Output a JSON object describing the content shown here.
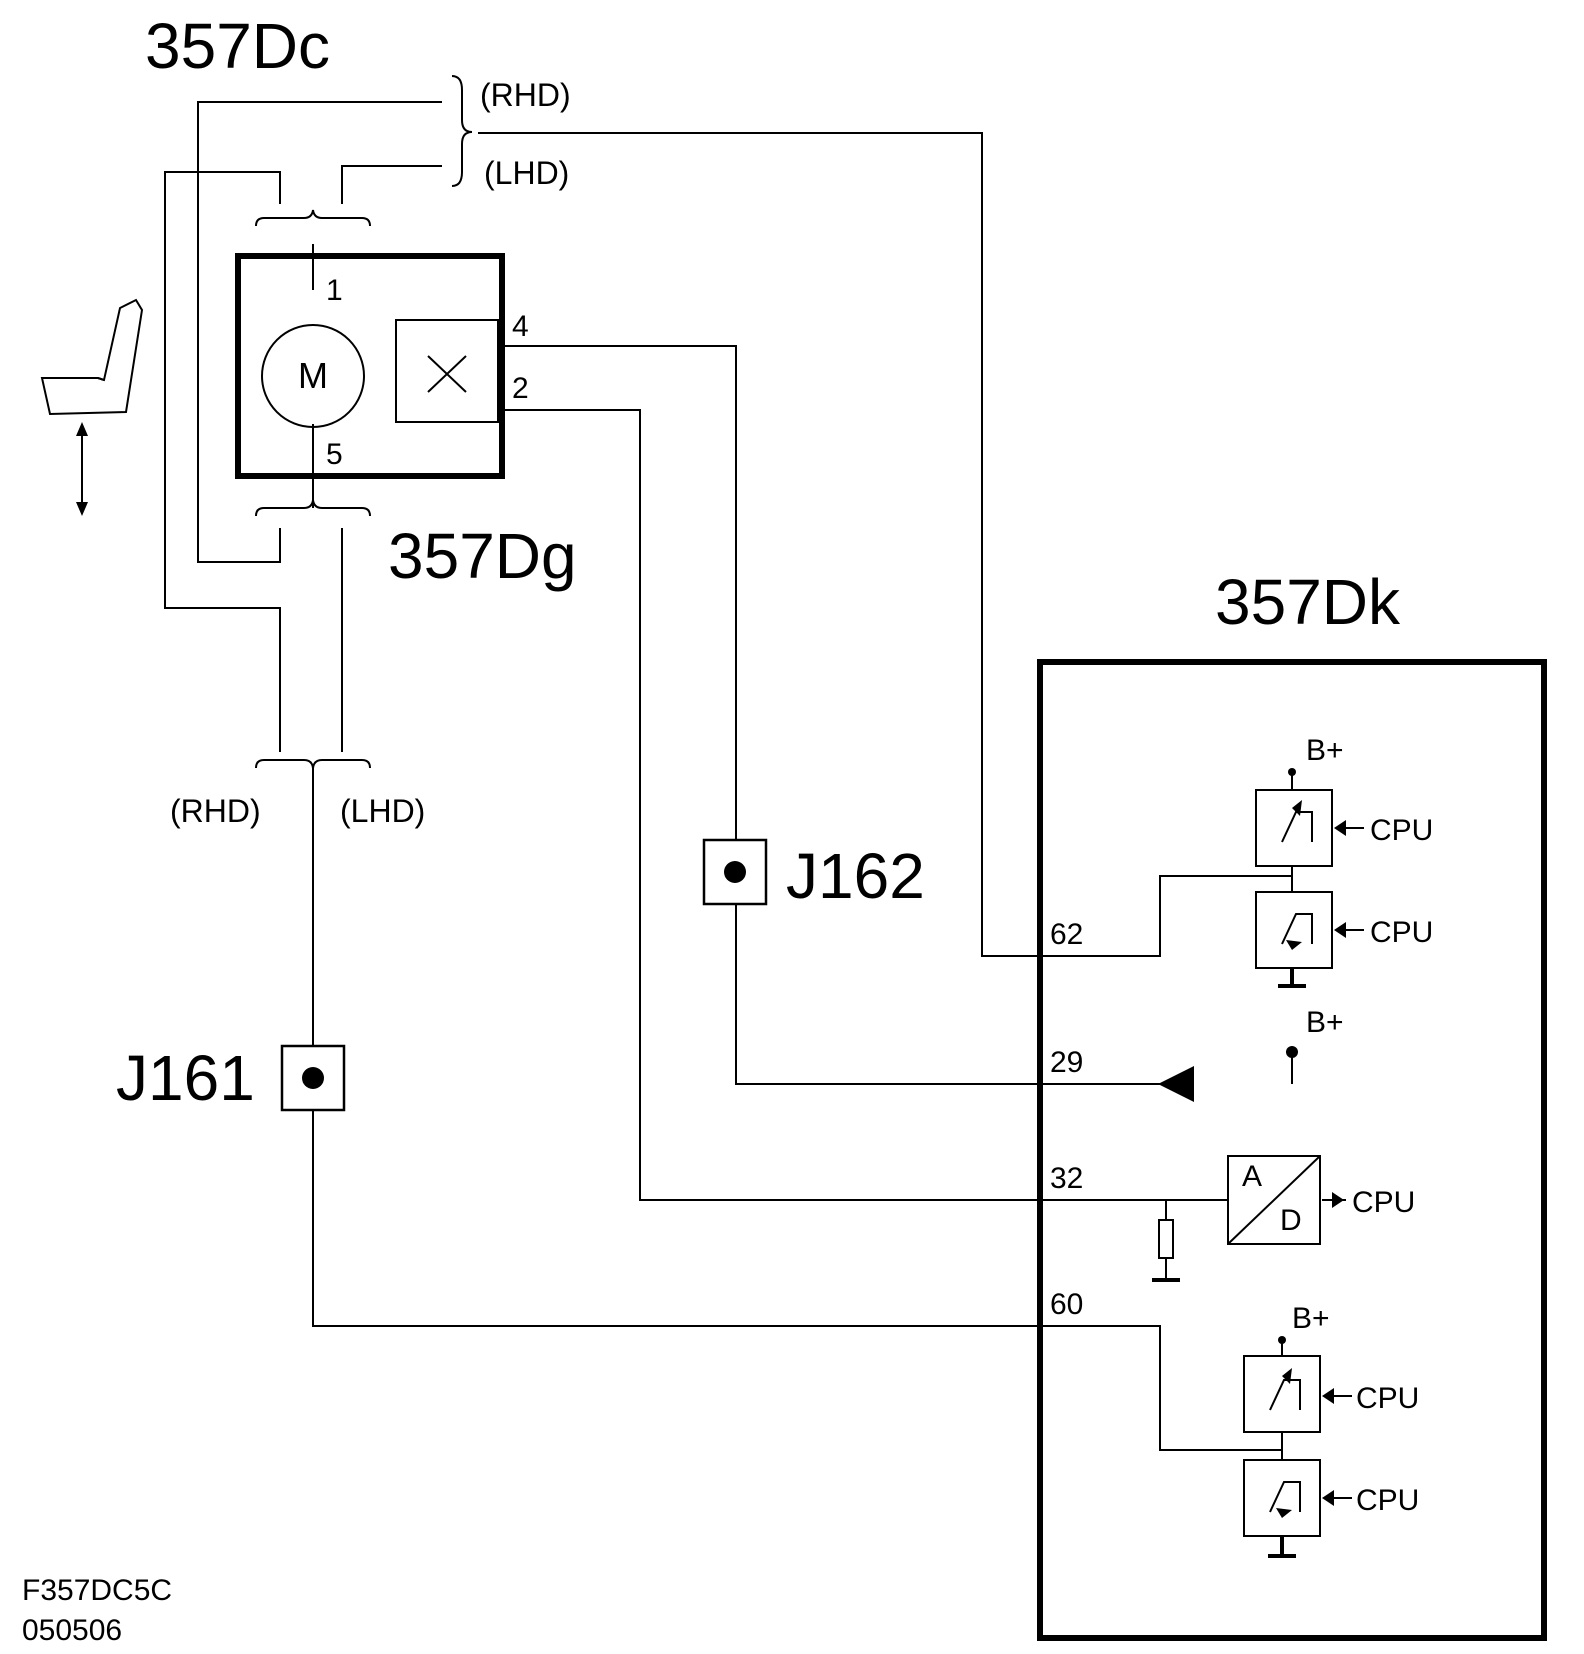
{
  "components": {
    "connector_top": "357Dc",
    "connector_bottom": "357Dg",
    "control_module": "357Dk"
  },
  "variants": {
    "top_rhd": "(RHD)",
    "top_lhd": "(LHD)",
    "bottom_rhd": "(RHD)",
    "bottom_lhd": "(LHD)"
  },
  "motor": {
    "symbol": "M",
    "pins": {
      "top": "1",
      "bottom": "5",
      "sensor_upper": "4",
      "sensor_lower": "2"
    }
  },
  "junctions": {
    "a": "J162",
    "b": "J161"
  },
  "module_pins": {
    "p62": "62",
    "p29": "29",
    "p32": "32",
    "p60": "60"
  },
  "labels": {
    "supply": "B+",
    "cpu": "CPU",
    "adc_a": "A",
    "adc_d": "D"
  },
  "footer": {
    "code": "F357DC5C",
    "date": "050506"
  }
}
